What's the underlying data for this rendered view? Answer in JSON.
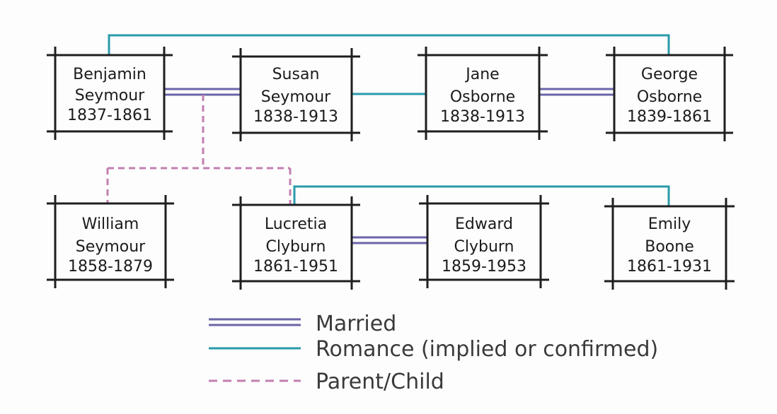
{
  "colors": {
    "married": "#6a65a8",
    "romance": "#2a9aaa",
    "parent_child": "#c27fb0",
    "box": "#1e1e1e"
  },
  "people": {
    "benjamin": {
      "line1": "Benjamin",
      "line2": "Seymour",
      "years": "1837-1861"
    },
    "susan": {
      "line1": "Susan",
      "line2": "Seymour",
      "years": "1838-1913"
    },
    "jane": {
      "line1": "Jane",
      "line2": "Osborne",
      "years": "1838-1913"
    },
    "george": {
      "line1": "George",
      "line2": "Osborne",
      "years": "1839-1861"
    },
    "william": {
      "line1": "William",
      "line2": "Seymour",
      "years": "1858-1879"
    },
    "lucretia": {
      "line1": "Lucretia",
      "line2": "Clyburn",
      "years": "1861-1951"
    },
    "edward": {
      "line1": "Edward",
      "line2": "Clyburn",
      "years": "1859-1953"
    },
    "emily": {
      "line1": "Emily",
      "line2": "Boone",
      "years": "1861-1931"
    }
  },
  "legend": {
    "married": "Married",
    "romance": "Romance (implied or confirmed)",
    "parent_child": "Parent/Child"
  }
}
